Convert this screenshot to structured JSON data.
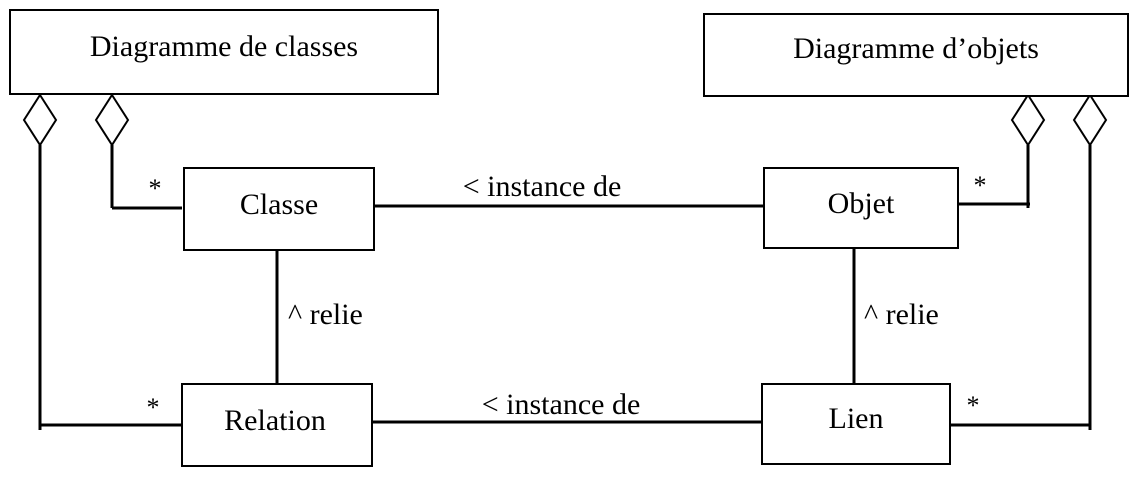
{
  "boxes": {
    "diagramme_classes": "Diagramme de classes",
    "diagramme_objets": "Diagramme d’objets",
    "classe": "Classe",
    "objet": "Objet",
    "relation": "Relation",
    "lien": "Lien"
  },
  "associations": {
    "classe_objet": "< instance de",
    "relation_lien": "< instance de",
    "classe_relation": "^ relie",
    "objet_lien": "^ relie"
  },
  "multiplicities": {
    "classe": "*",
    "relation": "*",
    "objet": "*",
    "lien": "*"
  },
  "colors": {
    "stroke": "#000000",
    "background": "#ffffff"
  }
}
